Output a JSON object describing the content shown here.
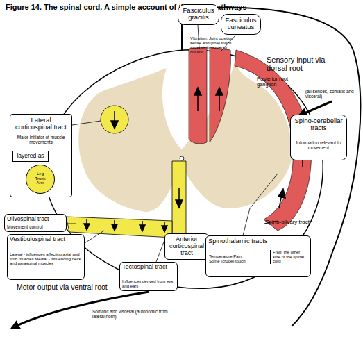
{
  "diagram": {
    "title": "Figure 14. The spinal cord. A simple account of the main pathways",
    "nodes": [
      {
        "text": [
          "Fasciculus gracilis"
        ]
      },
      {
        "text": [
          "Fasciculus cuneatus"
        ]
      },
      {
        "text": [
          "Lateral corticospinal tract",
          "Major initiator of muscle movements"
        ]
      },
      {
        "text": [
          "layered as"
        ],
        "in": 2
      },
      {
        "text": [
          "Leg Trunk Arm"
        ],
        "in": 2
      },
      {
        "text": [
          "Spino-cerebellar tracts",
          "Information relevant to movement"
        ]
      },
      {
        "text": [
          "Olivospinal tract",
          "Movement control"
        ]
      },
      {
        "text": [
          "Vestibulospinal tract",
          "Lateral - influences affecting axial and limb muscles Medial - influencing neck and paraspinal muscles"
        ]
      },
      {
        "text": [
          "Anterior corticospinal tract"
        ]
      },
      {
        "text": [
          "Tectospinal tract",
          "Influences derived from eys and ears"
        ]
      },
      {
        "text": [
          "Spinothalamic tracts",
          "Temperature Pain Some (crude) touch",
          "From the other side of the spinal cord"
        ]
      }
    ],
    "labels": [
      "Vibration, Joint position sense and (fine) touch ascends in posterior column",
      "Sensory input via dorsal root",
      "Posterior root ganglion",
      "(all senses, somatic and visceral)",
      "Spino-olivary tract",
      "Motor output via ventral root",
      "Somatic and visceral (autonomic from lateral horn)"
    ]
  }
}
